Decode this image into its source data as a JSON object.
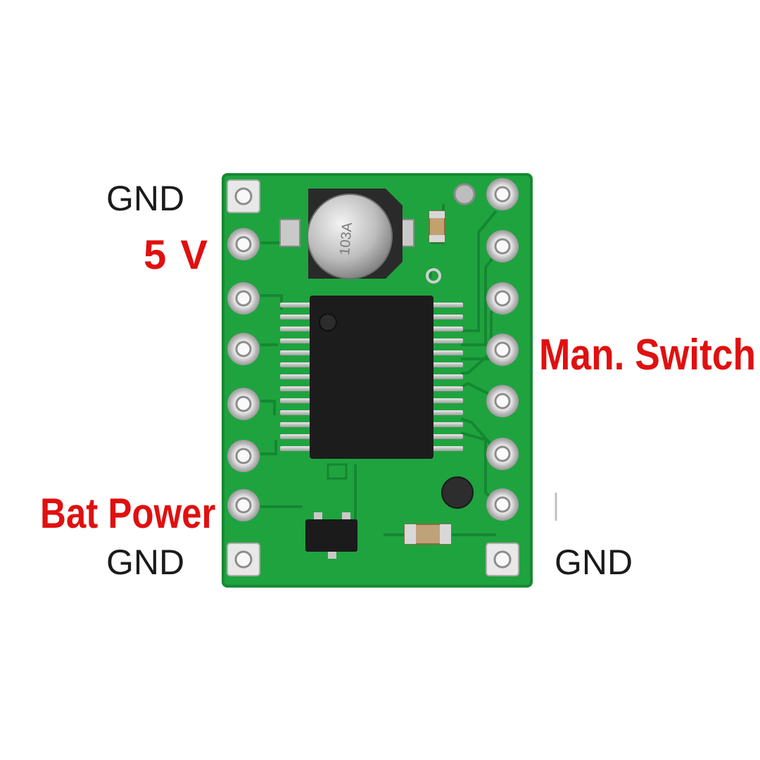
{
  "labels": {
    "gnd_top_left": "GND",
    "five_v": "5 V",
    "man_switch": "Man. Switch",
    "bat_power": "Bat Power",
    "gnd_bottom_left": "GND",
    "gnd_bottom_right": "GND"
  },
  "capacitor_marking": "103A",
  "colors": {
    "board": "#1fa33f",
    "board_dark": "#0f7a2a",
    "pad": "#d8d8d8",
    "chip": "#1a1a1a",
    "label_red": "#e01010",
    "label_black": "#1b1b1b"
  }
}
